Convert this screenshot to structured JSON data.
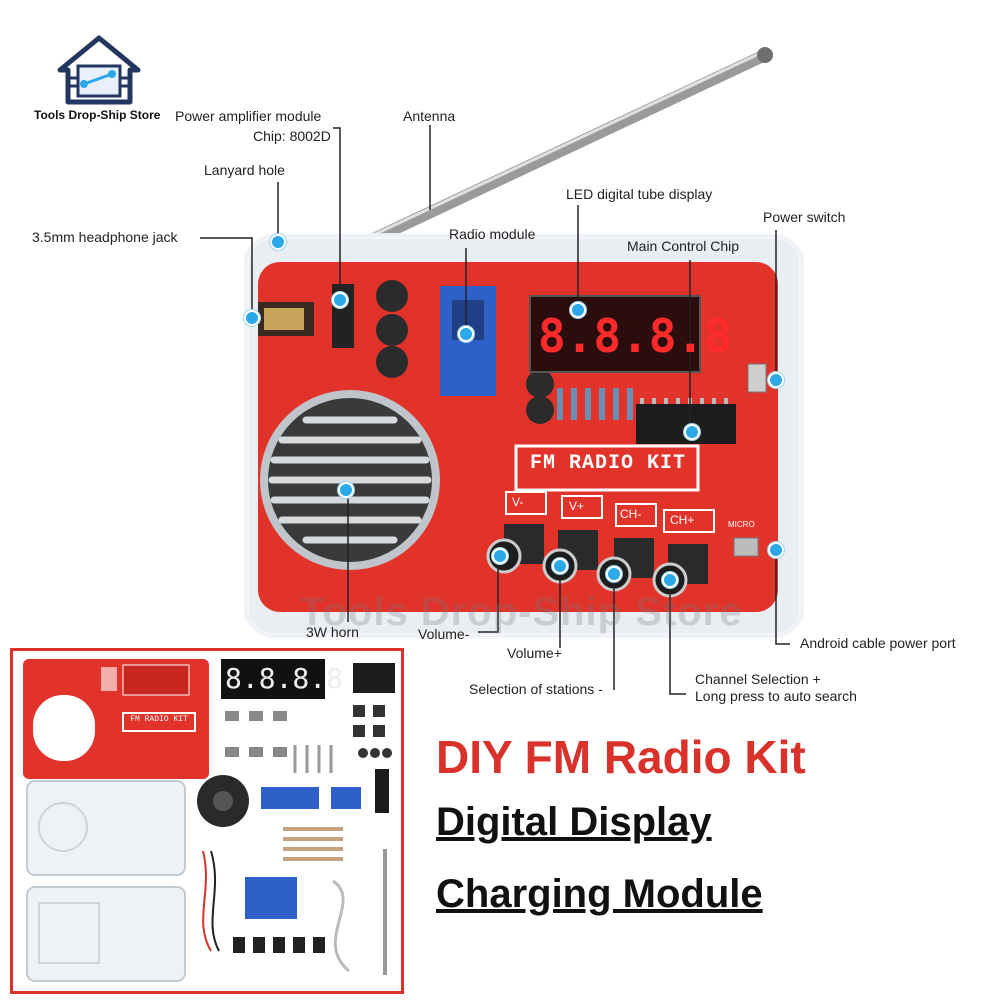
{
  "brand": {
    "name": "Tools Drop-Ship Store",
    "watermark": "Tools Drop-Ship Store"
  },
  "callouts": {
    "power_amp": "Power amplifier module",
    "chip": "Chip: 8002D",
    "antenna": "Antenna",
    "lanyard": "Lanyard hole",
    "headphone": "3.5mm headphone jack",
    "led": "LED digital tube display",
    "radio_module": "Radio module",
    "power_switch": "Power switch",
    "main_chip": "Main Control Chip",
    "horn": "3W horn",
    "volume_minus": "Volume-",
    "volume_plus": "Volume+",
    "selection": "Selection of stations -",
    "channel_line1": "Channel Selection +",
    "channel_line2": "Long press to auto search",
    "android_port": "Android cable power port"
  },
  "board": {
    "display": "8.8.8.8",
    "panel_title": "FM RADIO KIT",
    "buttons": [
      "V-",
      "V+",
      "CH-",
      "CH+"
    ],
    "micro_label": "MICRO"
  },
  "inset": {
    "display": "8.8.8.8",
    "panel_title": "FM RADIO KIT"
  },
  "headline": {
    "title": "DIY FM Radio Kit",
    "line2": "Digital Display",
    "line3": "Charging Module"
  },
  "colors": {
    "board_red": "#e2332b",
    "accent_blue": "#2aa8e8",
    "headline_red": "#d9322b"
  }
}
